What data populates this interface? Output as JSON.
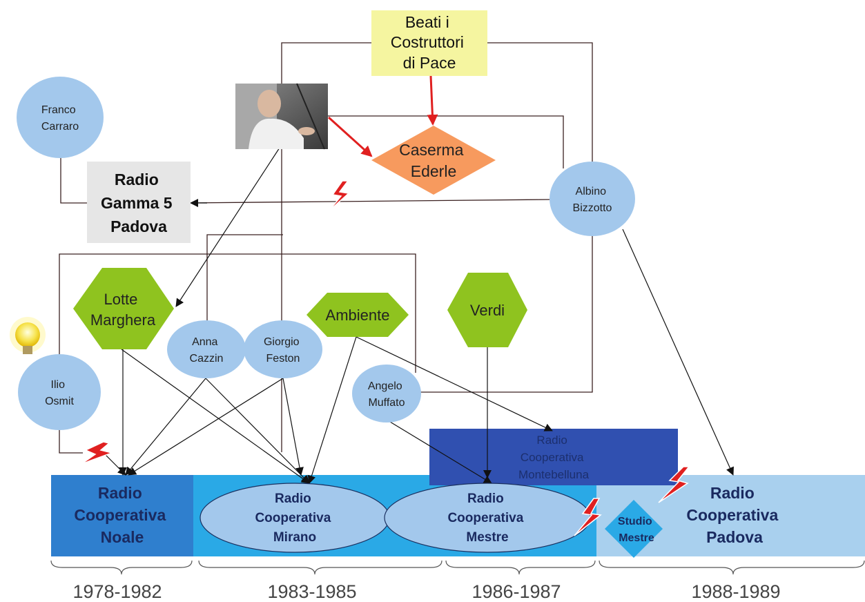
{
  "nodes": {
    "beati": [
      "Beati i",
      "Costruttori",
      "di Pace"
    ],
    "franco": [
      "Franco",
      "Carraro"
    ],
    "gamma": [
      "Radio",
      "Gamma 5",
      "Padova"
    ],
    "caserma": [
      "Caserma",
      "Ederle"
    ],
    "albino": [
      "Albino",
      "Bizzotto"
    ],
    "lotte": [
      "Lotte",
      "Marghera"
    ],
    "anna": [
      "Anna",
      "Cazzin"
    ],
    "giorgio": [
      "Giorgio",
      "Feston"
    ],
    "ambiente": [
      "Ambiente"
    ],
    "verdi": [
      "Verdi"
    ],
    "angelo": [
      "Angelo",
      "Muffato"
    ],
    "ilio": [
      "Ilio",
      "Osmit"
    ],
    "montebelluna": [
      "Radio",
      "Cooperativa",
      "Montebelluna"
    ],
    "noale": [
      "Radio",
      "Cooperativa",
      "Noale"
    ],
    "mirano": [
      "Radio",
      "Cooperativa",
      "Mirano"
    ],
    "mestre": [
      "Radio",
      "Cooperativa",
      "Mestre"
    ],
    "studio": [
      "Studio",
      "Mestre"
    ],
    "padova": [
      "Radio",
      "Cooperativa",
      "Padova"
    ]
  },
  "timeline": [
    "1978-1982",
    "1983-1985",
    "1986-1987",
    "1988-1989"
  ],
  "icons": {
    "photo": "portrait-photo-icon",
    "bulb": "lightbulb-icon",
    "lightning": "lightning-icon"
  },
  "colors": {
    "yellow_box": "#f5f5a0",
    "orange_diamond": "#f79a5e",
    "light_blue_circle": "#a3c8ec",
    "green_hexagon": "#8fc31f",
    "montebelluna_band": "#3050b0",
    "noale_band": "#2f7fce",
    "middle_band": "#2aa9e6",
    "padova_band": "#a9d0ee",
    "red_arrow": "#e02020",
    "line": "#3a2020"
  }
}
